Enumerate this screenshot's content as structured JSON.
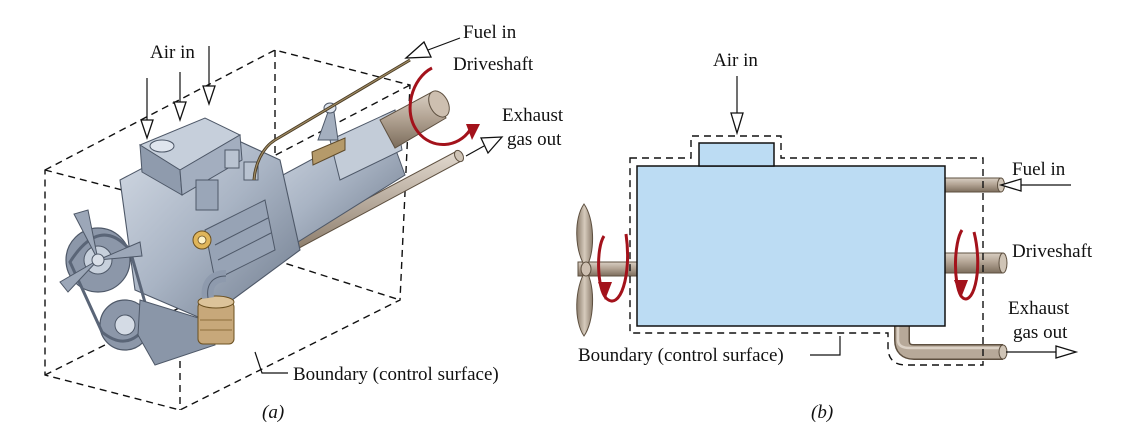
{
  "figure_a": {
    "caption": "(a)",
    "labels": {
      "air_in": "Air in",
      "fuel_in": "Fuel in",
      "driveshaft": "Driveshaft",
      "exhaust_line1": "Exhaust",
      "exhaust_line2": "gas out",
      "boundary": "Boundary (control surface)"
    }
  },
  "figure_b": {
    "caption": "(b)",
    "labels": {
      "air_in": "Air in",
      "fuel_in": "Fuel in",
      "driveshaft": "Driveshaft",
      "exhaust_line1": "Exhaust",
      "exhaust_line2": "gas out",
      "boundary": "Boundary (control surface)"
    }
  },
  "colors": {
    "engine_body": "#a9b4c4",
    "engine_shadow": "#7e8a9c",
    "engine_light": "#cdd5e0",
    "block_fill": "#bcdcf3",
    "shaft": "#b7a999",
    "shaft_dark": "#7c6d5c",
    "rotation_arrow": "#a3121b"
  }
}
